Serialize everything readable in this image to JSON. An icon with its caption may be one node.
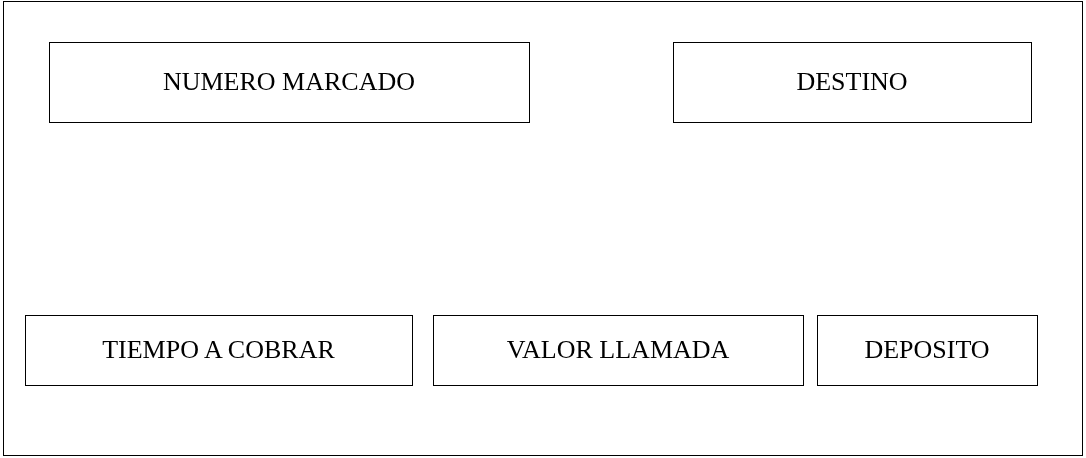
{
  "diagram": {
    "nodes": [
      {
        "text": [],
        "shape": "box"
      },
      {
        "text": [
          "NUMERO MARCADO"
        ],
        "in": 0
      },
      {
        "text": [
          "DESTINO"
        ],
        "in": 0
      },
      {
        "text": [
          "TIEMPO A COBRAR"
        ],
        "in": 0
      },
      {
        "text": [
          "VALOR LLAMADA"
        ],
        "in": 0
      },
      {
        "text": [
          "DEPOSITO"
        ],
        "in": 0
      }
    ]
  }
}
